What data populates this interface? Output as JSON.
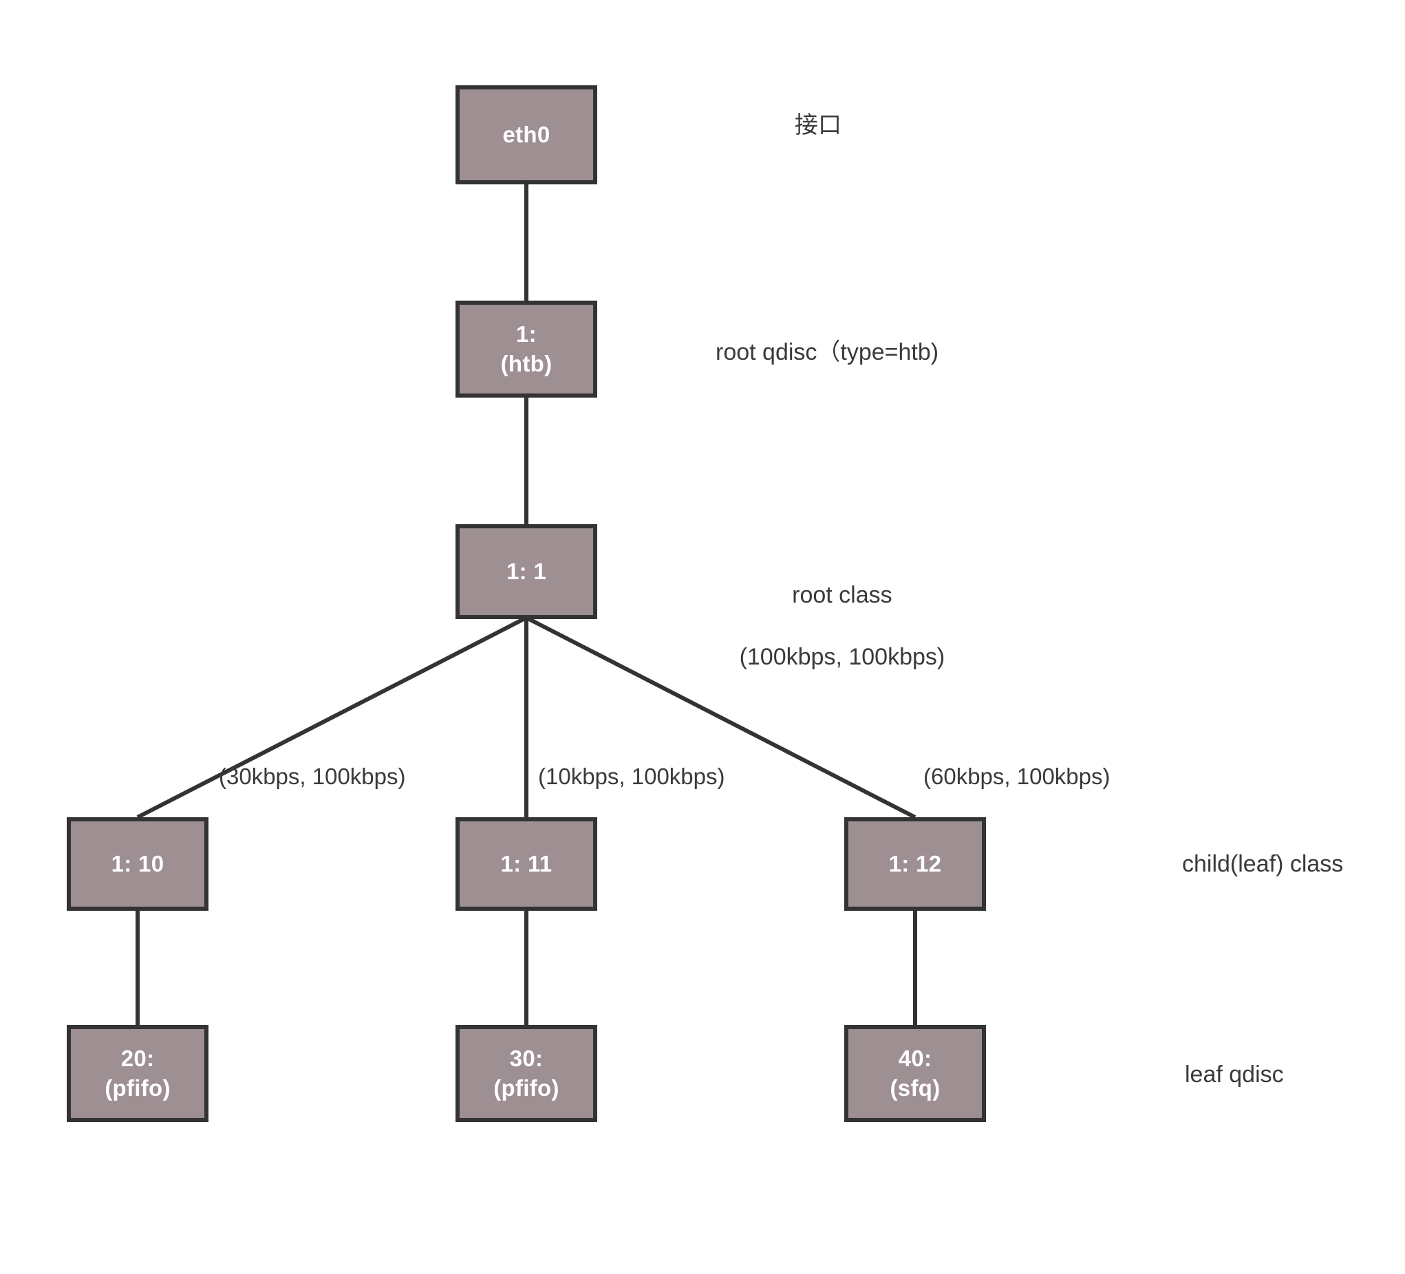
{
  "diagram": {
    "title": "Linux tc HTB qdisc/class hierarchy",
    "colors": {
      "node_fill": "#9e8f93",
      "node_border": "#333333",
      "node_text": "#ffffff",
      "label_text": "#3a3a3a",
      "edge_stroke": "#333333",
      "background": "#ffffff"
    },
    "nodes": {
      "eth0": {
        "line1": "eth0",
        "line2": ""
      },
      "root_qdisc": {
        "line1": "1:",
        "line2": "(htb)"
      },
      "root_class": {
        "line1": "1: 1",
        "line2": ""
      },
      "class_10": {
        "line1": "1: 10",
        "line2": ""
      },
      "class_11": {
        "line1": "1: 11",
        "line2": ""
      },
      "class_12": {
        "line1": "1: 12",
        "line2": ""
      },
      "qdisc_20": {
        "line1": "20:",
        "line2": "(pfifo)"
      },
      "qdisc_30": {
        "line1": "30:",
        "line2": "(pfifo)"
      },
      "qdisc_40": {
        "line1": "40:",
        "line2": "(sfq)"
      }
    },
    "side_labels": {
      "interface": "接口",
      "root_qdisc": "root qdisc（type=htb)",
      "root_class_line1": "root class",
      "root_class_line2": "(100kbps, 100kbps)",
      "child_class": "child(leaf) class",
      "leaf_qdisc": "leaf qdisc"
    },
    "edge_labels": {
      "to_class_10": "(30kbps, 100kbps)",
      "to_class_11": "(10kbps, 100kbps)",
      "to_class_12": "(60kbps, 100kbps)"
    }
  }
}
